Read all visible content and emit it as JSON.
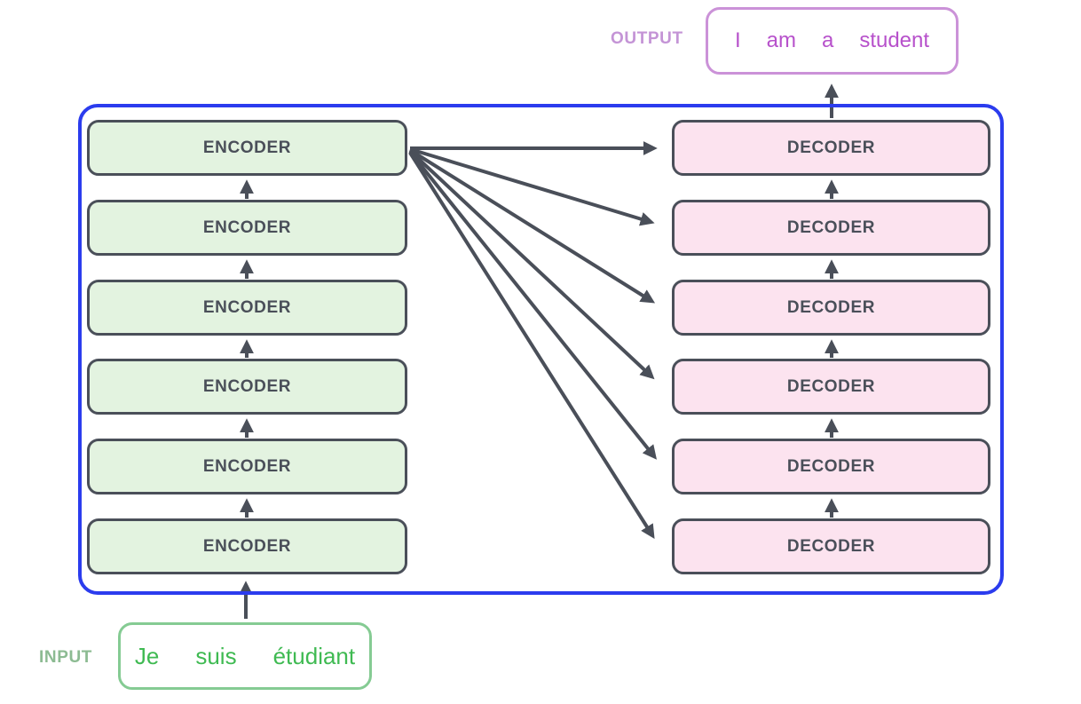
{
  "output": {
    "label": "OUTPUT",
    "words": [
      "I",
      "am",
      "a",
      "student"
    ]
  },
  "input": {
    "label": "INPUT",
    "words": [
      "Je",
      "suis",
      "étudiant"
    ]
  },
  "encoders": [
    "ENCODER",
    "ENCODER",
    "ENCODER",
    "ENCODER",
    "ENCODER",
    "ENCODER"
  ],
  "decoders": [
    "DECODER",
    "DECODER",
    "DECODER",
    "DECODER",
    "DECODER",
    "DECODER"
  ],
  "colors": {
    "container_border": "#2b3cee",
    "encoder_fill": "#e3f3e0",
    "decoder_fill": "#fce3ef",
    "block_border": "#4a4f59",
    "arrow": "#4a4f59",
    "output_border": "#cb92d8",
    "output_text": "#b751cb",
    "output_label": "#c494d6",
    "input_border": "#85cb93",
    "input_text": "#3fba52",
    "input_label": "#8cbb92"
  }
}
